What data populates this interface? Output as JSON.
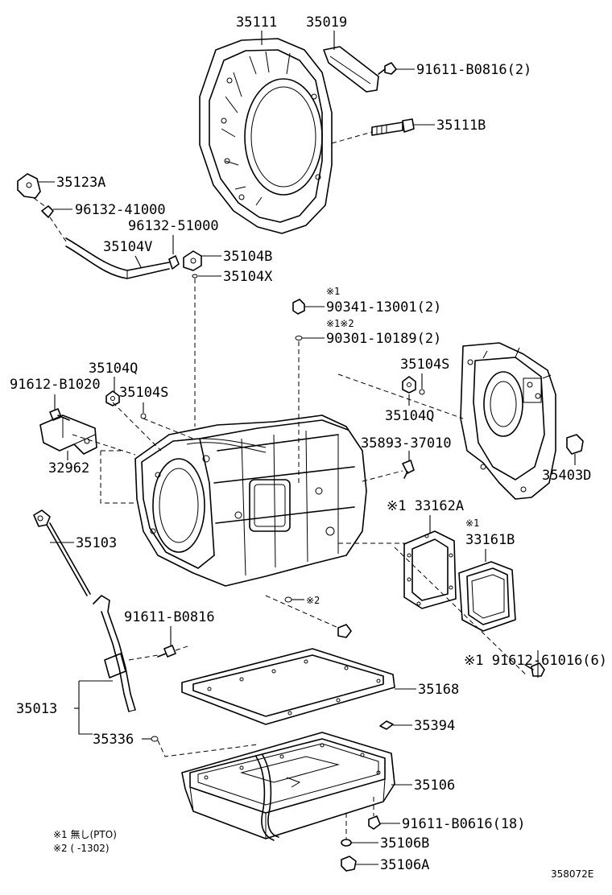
{
  "labels": {
    "p35111": "35111",
    "p35019": "35019",
    "p91611b0816_2": "91611-B0816(2)",
    "p35111b": "35111B",
    "p35123a": "35123A",
    "p96132_41000": "96132-41000",
    "p96132_51000": "96132-51000",
    "p35104v": "35104V",
    "p35104b": "35104B",
    "p35104x": "35104X",
    "m1_a": "※1",
    "p90341": "90341-13001(2)",
    "m12": "※1※2",
    "p90301": "90301-10189(2)",
    "p35104s_r": "35104S",
    "p35104q_l": "35104Q",
    "p91612b1020": "91612-B1020",
    "p35104s_l": "35104S",
    "p35104q_r": "35104Q",
    "p35893": "35893-37010",
    "p32962": "32962",
    "p35403d": "35403D",
    "p33162a": "※1 33162A",
    "m1_b": "※1",
    "p33161b": "33161B",
    "p35103": "35103",
    "m2": "※2",
    "p91611b0816": "91611-B0816",
    "p91612_61016": "※1 91612-61016(6)",
    "p35168": "35168",
    "p35013": "35013",
    "p35394": "35394",
    "p35336": "35336",
    "p35106": "35106",
    "p91611b0616": "91611-B0616(18)",
    "p35106b": "35106B",
    "p35106a": "35106A",
    "note1": "※1 無し(PTO)",
    "note2": "※2 (      -1302)",
    "figure_id": "358072E"
  },
  "icons": [
    "bell-housing-icon",
    "case-icon",
    "oil-pan-icon",
    "gasket-icon",
    "dipstick-icon",
    "bolt-icon",
    "washer-icon",
    "plug-icon"
  ]
}
